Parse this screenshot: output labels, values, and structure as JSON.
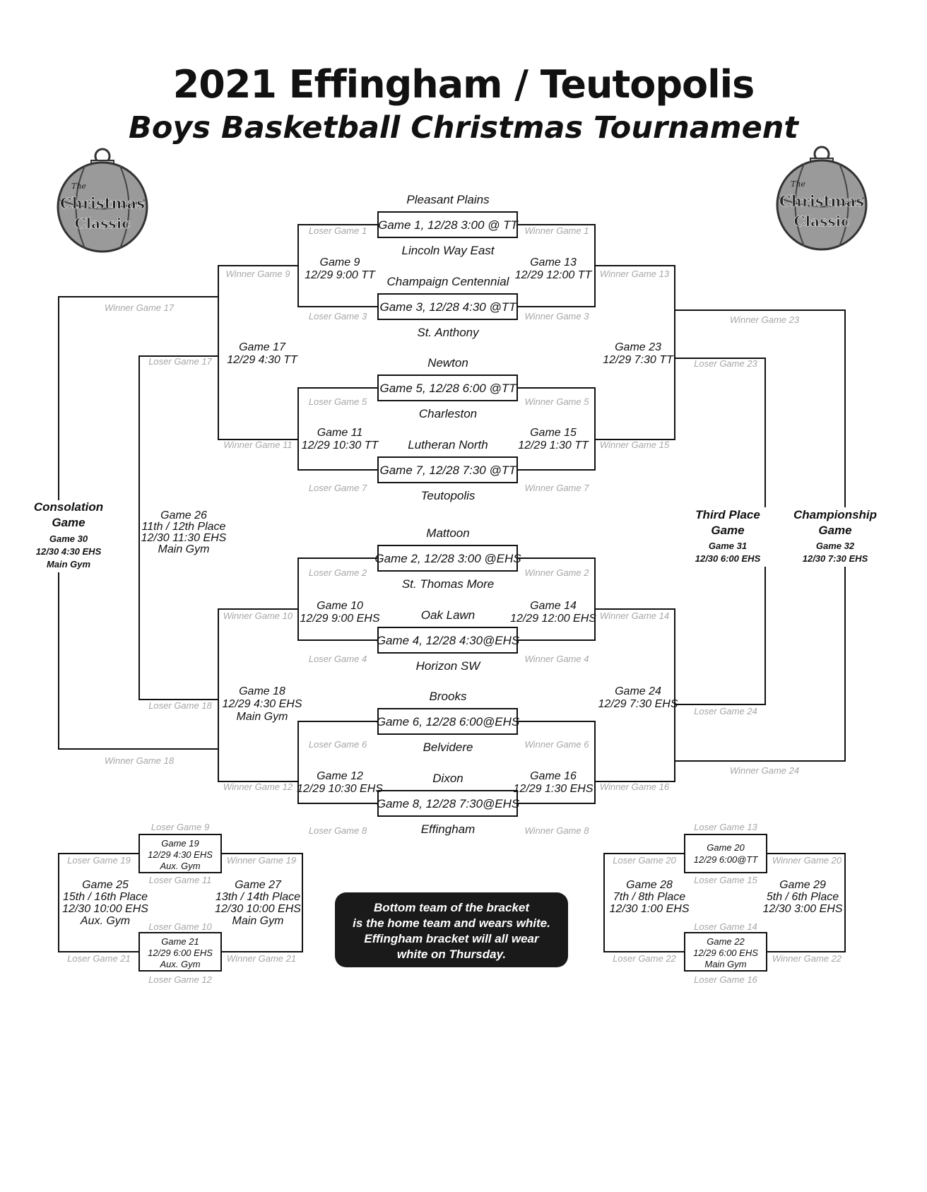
{
  "header": {
    "title": "2021 Effingham / Teutopolis",
    "subtitle": "Boys Basketball Christmas Tournament"
  },
  "logo": {
    "icon": "basketball-ornament-icon",
    "text": [
      "The",
      "Christmas",
      "Classic"
    ]
  },
  "teams": [
    "Pleasant Plains",
    "Lincoln Way East",
    "Champaign Centennial",
    "St. Anthony",
    "Newton",
    "Charleston",
    "Lutheran North",
    "Teutopolis",
    "Mattoon",
    "St. Thomas More",
    "Oak Lawn",
    "Horizon SW",
    "Brooks",
    "Belvidere",
    "Dixon",
    "Effingham"
  ],
  "first_round": [
    "Game 1, 12/28  3:00 @ TT",
    "Game 3, 12/28  4:30 @TT",
    "Game 5, 12/28  6:00 @TT",
    "Game 7, 12/28  7:30 @TT",
    "Game 2, 12/28  3:00 @EHS",
    "Game 4, 12/28  4:30@EHS",
    "Game 6, 12/28  6:00@EHS",
    "Game 8, 12/28  7:30@EHS"
  ],
  "games": {
    "g9": [
      "Game 9",
      "12/29  9:00 TT"
    ],
    "g11": [
      "Game 11",
      "12/29  10:30 TT"
    ],
    "g10": [
      "Game 10",
      "12/29 9:00 EHS"
    ],
    "g12": [
      "Game 12",
      "12/29 10:30 EHS"
    ],
    "g13": [
      "Game 13",
      "12/29  12:00 TT"
    ],
    "g15": [
      "Game 15",
      "12/29  1:30 TT"
    ],
    "g14": [
      "Game 14",
      "12/29 12:00 EHS"
    ],
    "g16": [
      "Game 16",
      "12/29 1:30 EHS"
    ],
    "g17": [
      "Game 17",
      "12/29  4:30 TT"
    ],
    "g18": [
      "Game 18",
      "12/29  4:30 EHS",
      "Main Gym"
    ],
    "g23": [
      "Game 23",
      "12/29  7:30 TT"
    ],
    "g24": [
      "Game 24",
      "12/29  7:30 EHS"
    ],
    "g26": [
      "Game 26",
      "11th / 12th Place",
      "12/30 11:30 EHS",
      "Main Gym"
    ],
    "g30": [
      "Consolation",
      "Game",
      "Game 30",
      "12/30  4:30 EHS",
      "Main Gym"
    ],
    "g31": [
      "Third Place",
      "Game",
      "Game 31",
      "12/30  6:00 EHS"
    ],
    "g32": [
      "Championship",
      "Game",
      "Game 32",
      "12/30  7:30 EHS"
    ],
    "g19": [
      "Game 19",
      "12/29 4:30 EHS",
      "Aux. Gym"
    ],
    "g21": [
      "Game 21",
      "12/29 6:00 EHS",
      "Aux. Gym"
    ],
    "g25": [
      "Game 25",
      "15th / 16th Place",
      "12/30 10:00 EHS",
      "Aux. Gym"
    ],
    "g27": [
      "Game 27",
      "13th / 14th Place",
      "12/30  10:00 EHS",
      "Main Gym"
    ],
    "g20": [
      "Game 20",
      "12/29  6:00@TT"
    ],
    "g22": [
      "Game 22",
      "12/29  6:00 EHS",
      "Main Gym"
    ],
    "g28": [
      "Game 28",
      "7th / 8th Place",
      "12/30  1:00 EHS"
    ],
    "g29": [
      "Game 29",
      "5th / 6th Place",
      "12/30  3:00 EHS"
    ]
  },
  "labels": {
    "lg1": "Loser Game 1",
    "wg1": "Winner Game 1",
    "lg3": "Loser Game 3",
    "wg3": "Winner Game 3",
    "lg5": "Loser Game 5",
    "wg5": "Winner Game 5",
    "lg7": "Loser Game 7",
    "wg7": "Winner Game 7",
    "lg2": "Loser Game 2",
    "wg2": "Winner Game 2",
    "lg4": "Loser Game 4",
    "wg4": "Winner Game 4",
    "lg6": "Loser Game 6",
    "wg6": "Winner Game 6",
    "lg8": "Loser Game 8",
    "wg8": "Winner Game 8",
    "wg9": "Winner Game 9",
    "wg11": "Winner Game 11",
    "wg10": "Winner Game 10",
    "wg12": "Winner Game 12",
    "wg13": "Winner Game 13",
    "wg15": "Winner Game 15",
    "wg14": "Winner Game 14",
    "wg16": "Winner Game 16",
    "wg17": "Winner Game 17",
    "lg17": "Loser Game 17",
    "wg18": "Winner Game 18",
    "lg18": "Loser Game 18",
    "wg23": "Winner Game 23",
    "lg23": "Loser Game 23",
    "wg24": "Winner Game 24",
    "lg24": "Loser Game 24",
    "lg9": "Loser Game 9",
    "lg11": "Loser Game 11",
    "lg10": "Loser Game 10",
    "lg12": "Loser Game 12",
    "lg19": "Loser Game 19",
    "wg19": "Winner Game 19",
    "lg21": "Loser Game 21",
    "wg21": "Winner Game 21",
    "lg13": "Loser Game 13",
    "lg15": "Loser Game 15",
    "lg14": "Loser Game 14",
    "lg16": "Loser Game 16",
    "lg20": "Loser Game 20",
    "wg20": "Winner Game 20",
    "lg22": "Loser Game 22",
    "wg22": "Winner Game 22"
  },
  "note": [
    "Bottom team of the bracket",
    "is the home team and wears white.",
    "Effingham bracket will all wear",
    "white on Thursday."
  ]
}
